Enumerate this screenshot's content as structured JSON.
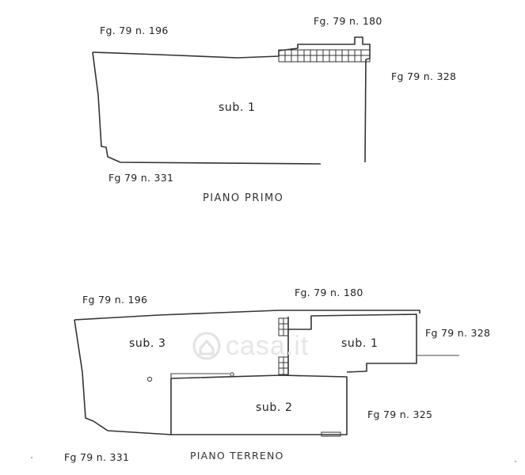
{
  "watermark": {
    "text": "casa.it"
  },
  "upper_plan": {
    "title": "PIANO PRIMO",
    "room_label": "sub. 1",
    "parcels": {
      "top_left": "Fg. 79 n. 196",
      "top_right": "Fg. 79 n. 180",
      "right": "Fg 79 n. 328",
      "bottom": "Fg 79 n. 331"
    }
  },
  "lower_plan": {
    "title": "PIANO TERRENO",
    "room_labels": {
      "sub3": "sub. 3",
      "sub1": "sub. 1",
      "sub2": "sub. 2"
    },
    "parcels": {
      "top_left": "Fg 79 n. 196",
      "top_right": "Fg. 79 n. 180",
      "right": "Fg 79 n. 328",
      "right_lower": "Fg 79 n. 325",
      "bottom": "Fg 79 n. 331"
    }
  }
}
